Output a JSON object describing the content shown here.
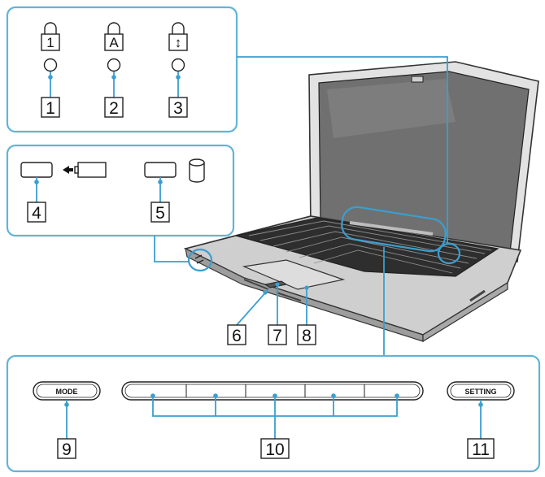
{
  "colors": {
    "panel_border": "#63b4d6",
    "callout_line": "#3a9fd0",
    "outline": "#222222",
    "laptop_body": "#cfcfcf",
    "keyboard": "#2e2e2e",
    "screen": "#6f6f6f"
  },
  "indicator_panel": {
    "indicators": [
      {
        "symbol": "1",
        "callout": "1",
        "icon": "num-lock-icon"
      },
      {
        "symbol": "A",
        "callout": "2",
        "icon": "caps-lock-icon"
      },
      {
        "symbol": "↕",
        "callout": "3",
        "icon": "scroll-lock-icon"
      }
    ]
  },
  "status_panel": {
    "items": [
      {
        "callout": "4",
        "icon": "battery-charge-icon"
      },
      {
        "callout": "5",
        "icon": "disk-drive-icon"
      }
    ]
  },
  "laptop_callouts": [
    "6",
    "7",
    "8"
  ],
  "button_panel": {
    "mode_label": "MODE",
    "setting_label": "SETTING",
    "callouts": [
      "9",
      "10",
      "11"
    ]
  }
}
